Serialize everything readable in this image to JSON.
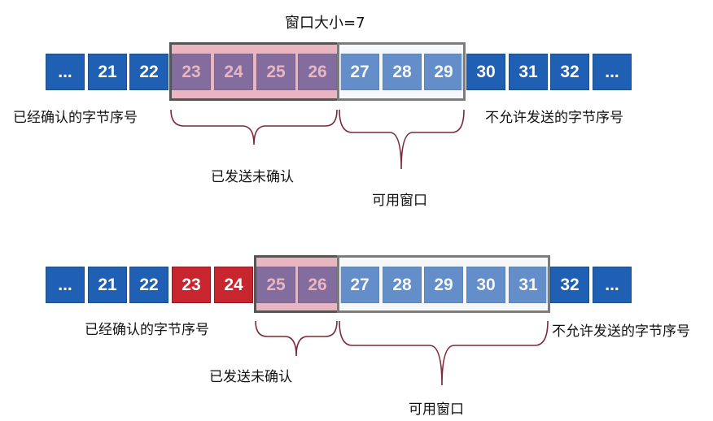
{
  "window_title": "窗口大小=7",
  "rows": [
    {
      "cells": [
        {
          "text": "...",
          "color": "blue"
        },
        {
          "text": "21",
          "color": "blue"
        },
        {
          "text": "22",
          "color": "blue"
        },
        {
          "text": "23",
          "color": "blue"
        },
        {
          "text": "24",
          "color": "blue"
        },
        {
          "text": "25",
          "color": "blue"
        },
        {
          "text": "26",
          "color": "blue"
        },
        {
          "text": "27",
          "color": "blue"
        },
        {
          "text": "28",
          "color": "blue"
        },
        {
          "text": "29",
          "color": "blue"
        },
        {
          "text": "30",
          "color": "blue"
        },
        {
          "text": "31",
          "color": "blue"
        },
        {
          "text": "32",
          "color": "blue"
        },
        {
          "text": "...",
          "color": "blue"
        }
      ],
      "labels": {
        "acked": "已经确认的字节序号",
        "not_allowed": "不允许发送的字节序号",
        "sent_unacked": "已发送未确认",
        "usable_window": "可用窗口"
      }
    },
    {
      "cells": [
        {
          "text": "...",
          "color": "blue"
        },
        {
          "text": "21",
          "color": "blue"
        },
        {
          "text": "22",
          "color": "blue"
        },
        {
          "text": "23",
          "color": "red"
        },
        {
          "text": "24",
          "color": "red"
        },
        {
          "text": "25",
          "color": "blue"
        },
        {
          "text": "26",
          "color": "blue"
        },
        {
          "text": "27",
          "color": "blue"
        },
        {
          "text": "28",
          "color": "blue"
        },
        {
          "text": "29",
          "color": "blue"
        },
        {
          "text": "30",
          "color": "blue"
        },
        {
          "text": "31",
          "color": "blue"
        },
        {
          "text": "32",
          "color": "blue"
        },
        {
          "text": "...",
          "color": "blue"
        }
      ],
      "labels": {
        "acked": "已经确认的字节序号",
        "not_allowed": "不允许发送的字节序号",
        "sent_unacked": "已发送未确认",
        "usable_window": "可用窗口"
      }
    }
  ],
  "colors": {
    "blue_cell": "#1f5fb4",
    "red_cell": "#c8252f",
    "brace": "#7a2a3a"
  }
}
